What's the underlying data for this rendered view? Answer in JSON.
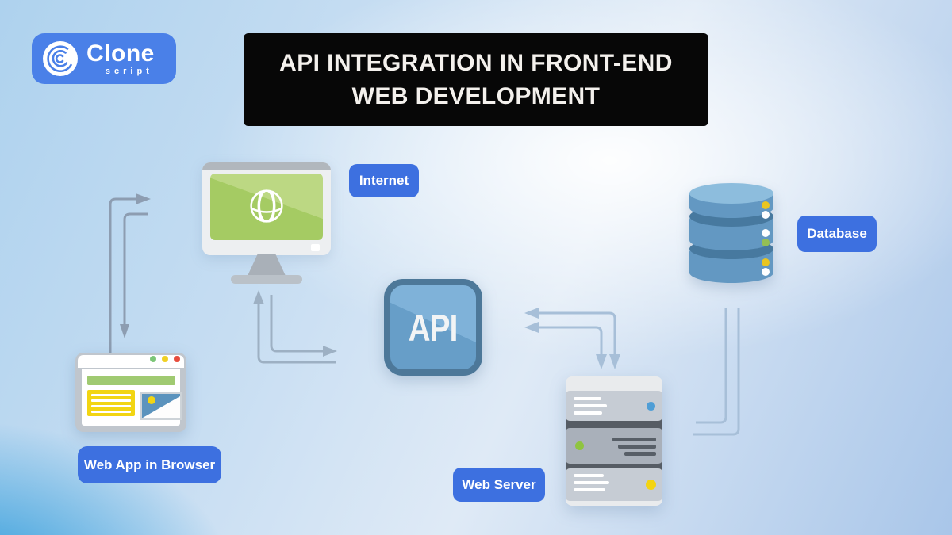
{
  "brand": {
    "name": "Clone",
    "suffix": "script"
  },
  "title": {
    "line1": "API INTEGRATION IN FRONT-END",
    "line2": "WEB DEVELOPMENT"
  },
  "nodes": {
    "internet": {
      "label": "Internet",
      "icon": "monitor-globe-icon"
    },
    "api": {
      "label": "API",
      "icon": "api-badge-icon"
    },
    "database": {
      "label": "Database",
      "icon": "database-cylinder-icon"
    },
    "web_server": {
      "label": "Web Server",
      "icon": "server-rack-icon"
    },
    "web_app": {
      "label": "Web App in Browser",
      "icon": "browser-window-icon"
    }
  },
  "connections": [
    {
      "from": "web_app",
      "to": "internet",
      "style": "arrow-right"
    },
    {
      "from": "internet",
      "to": "web_app",
      "style": "arrow-down"
    },
    {
      "from": "api",
      "to": "internet",
      "style": "arrow-up"
    },
    {
      "from": "internet",
      "to": "api",
      "style": "arrow-right"
    },
    {
      "from": "web_server",
      "to": "api",
      "style": "arrow-left-and-down"
    },
    {
      "from": "web_server",
      "to": "api",
      "style": "arrow-left-and-down"
    },
    {
      "from": "database",
      "to": "web_server",
      "style": "line"
    },
    {
      "from": "database",
      "to": "web_server",
      "style": "line"
    }
  ],
  "colors": {
    "brand_blue": "#4a80e8",
    "pill_blue": "#3d70e0",
    "title_bg": "#070707",
    "title_text": "#f4f1ed",
    "screen_green": "#a5cb63",
    "api_border": "#4d7899",
    "api_fill": "#679ec8",
    "db_body": "#6398c2",
    "db_top": "#8dbddd",
    "server_light": "#c6ccd4",
    "server_dark": "#a9b0ba",
    "arrow_gray": "#8d9db1",
    "arrow_blue": "#a7bfd8",
    "dot_yellow": "#f3d411",
    "dot_green": "#8fc440",
    "dot_blue": "#4f9ed6",
    "bg_corner_blue": "#2397d9"
  }
}
